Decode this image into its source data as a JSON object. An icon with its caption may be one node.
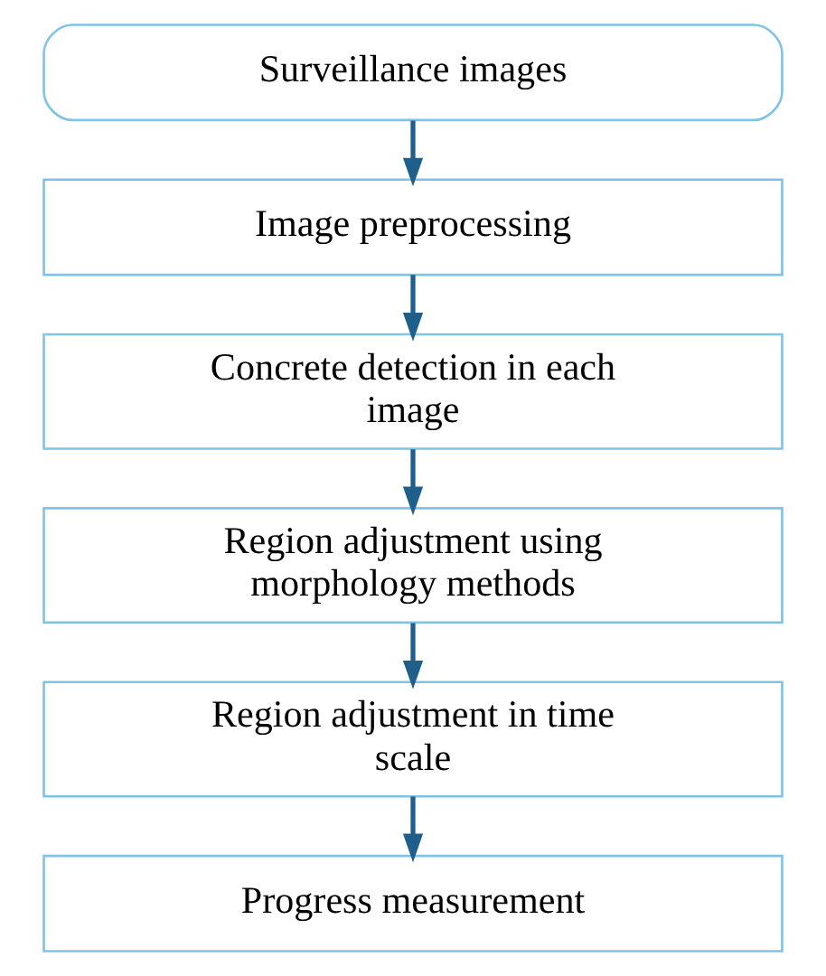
{
  "diagram": {
    "nodes": [
      {
        "text": [
          "Surveillance images"
        ]
      },
      {
        "text": [
          "Image preprocessing"
        ]
      },
      {
        "text": [
          "Concrete detection in each image"
        ]
      },
      {
        "text": [
          "Region adjustment using morphology methods"
        ]
      },
      {
        "text": [
          "Region adjustment in time scale"
        ]
      },
      {
        "text": [
          "Progress measurement"
        ]
      }
    ],
    "edges": [
      {
        "from": 0,
        "to": 1,
        "arrow": "to"
      },
      {
        "from": 1,
        "to": 2,
        "arrow": "to"
      },
      {
        "from": 2,
        "to": 3,
        "arrow": "to"
      },
      {
        "from": 3,
        "to": 4,
        "arrow": "to"
      },
      {
        "from": 4,
        "to": 5,
        "arrow": "to"
      }
    ]
  }
}
